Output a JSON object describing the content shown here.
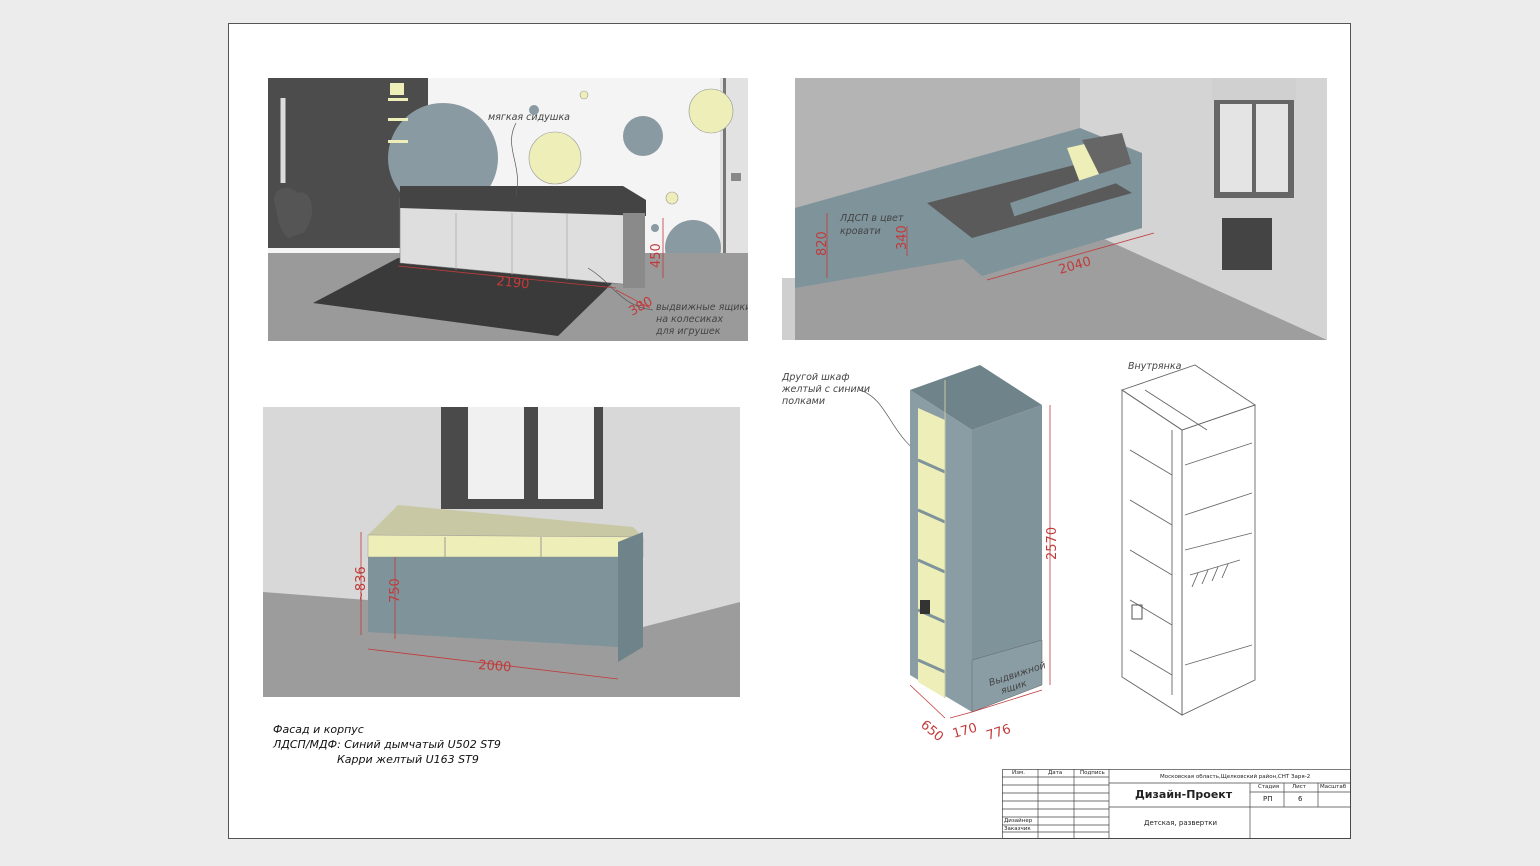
{
  "panel_seat": {
    "note_seat": "мягкая сидушка",
    "note_drawers": [
      "выдвижные ящики",
      "на колесиках",
      "для игрушек"
    ],
    "dim_length": "2190",
    "dim_height": "450",
    "dim_depth": "380"
  },
  "panel_bed": {
    "note_color": [
      "ЛДСП в цвет",
      "кровати"
    ],
    "dim_wall": "820",
    "dim_bed_h": "340",
    "dim_length": "2040"
  },
  "panel_desk": {
    "dim_height_total": "~836",
    "dim_height": "750",
    "dim_length": "2000"
  },
  "panel_wardrobe": {
    "note_other": [
      "Другой шкаф",
      "желтый с синими",
      "полками"
    ],
    "dim_height": "2570",
    "dim_depth": "650",
    "dim_side": "170",
    "dim_width": "776",
    "drawer_label": [
      "Выдвижной",
      "ящик"
    ]
  },
  "panel_inside": {
    "title": "Внутрянка"
  },
  "materials": {
    "line1": "Фасад и корпус",
    "line2": "ЛДСП/МДФ: Синий дымчатый U502 ST9",
    "line3": "Карри желтый U163 ST9"
  },
  "stamp": {
    "col_izm": "Изм.",
    "col_data": "Дата",
    "col_podpis": "Подпись",
    "address": "Московская область,Щелковский район,СНТ Заря-2",
    "project": "Дизайн-Проект",
    "stadia_label": "Стадия",
    "list_label": "Лист",
    "masshtab_label": "Масштаб",
    "stadia_value": "РП",
    "list_value": "6",
    "sheet_title": "Детская, развертки",
    "designer_label": "Дизайнер",
    "customer_label": "Заказчик"
  },
  "colors": {
    "blue_gray": "#7f939b",
    "yellow": "#eeeeb8",
    "dim_red": "#c23a3a"
  }
}
